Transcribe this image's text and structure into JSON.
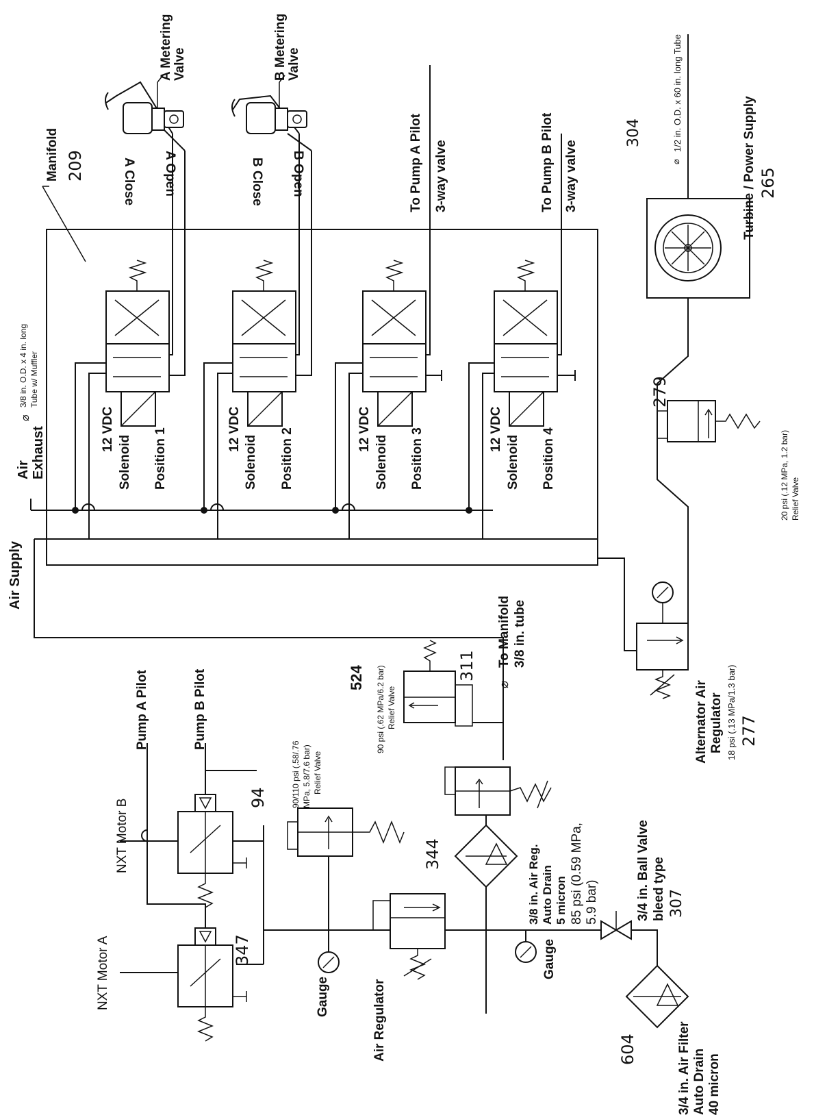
{
  "labels": {
    "manifold": "Manifold",
    "manifold_num": "209",
    "a_metering_1": "A Metering",
    "a_metering_2": "Valve",
    "b_metering_1": "B Metering",
    "b_metering_2": "Valve",
    "a_close": "A Close",
    "a_open": "A Open",
    "b_close": "B Close",
    "b_open": "B Open",
    "to_pump_a": "To Pump A Pilot",
    "to_pump_b": "To Pump B Pilot",
    "three_way_a": "3-way valve",
    "three_way_b": "3-way valve",
    "num_304": "304",
    "tube_half": "1/2 in. O.D. x 60 in. long Tube",
    "turbine": "Turbine / Power Supply",
    "num_265": "265",
    "air_exhaust_1": "Air",
    "air_exhaust_2": "Exhaust",
    "tube_38_1": "3/8 in. O.D. x 4 in. long",
    "tube_38_2": "Tube w/ Muffler",
    "vdc_1": "12 VDC",
    "vdc_2": "12 VDC",
    "vdc_3": "12 VDC",
    "vdc_4": "12 VDC",
    "solenoid_1": "Solenoid",
    "solenoid_2": "Solenoid",
    "solenoid_3": "Solenoid",
    "solenoid_4": "Solenoid",
    "position_1": "Position 1",
    "position_2": "Position 2",
    "position_3": "Position 3",
    "position_4": "Position 4",
    "num_279": "279",
    "relief_20_1": "20 psi (.12 MPa, 1.2 bar)",
    "relief_20_2": "Relief Valve",
    "air_supply": "Air Supply",
    "to_manifold_1": "To Manifold",
    "to_manifold_2": "3/8 in. tube",
    "num_311": "311",
    "num_524": "524",
    "relief_90_1": "90 psi (.62 MPa/6.2 bar)",
    "relief_90_2": "Relief Valve",
    "alt_reg_1": "Alternator Air",
    "alt_reg_2": "Regulator",
    "alt_reg_3": "18 psi (.13 MPa/1.3 bar)",
    "num_277": "277",
    "pump_a_pilot": "Pump A Pilot",
    "pump_b_pilot": "Pump B Pilot",
    "nxt_b": "NXT Motor B",
    "nxt_a": "NXT Motor A",
    "num_94": "94",
    "num_347": "347",
    "relief_90110_1": "90/110 psi (.58/.76",
    "relief_90110_2": "MPa, 5.8/7.6 bar)",
    "relief_90110_3": "Relief Valve",
    "num_344": "344",
    "reg38_1": "3/8 in. Air Reg.",
    "reg38_2": "Auto Drain",
    "reg38_3": "5 micron",
    "reg38_4": "85 psi (0.59 MPa,",
    "reg38_5": "5.9 bar)",
    "ball_1": "3/4 in. Ball Valve",
    "ball_2": "bleed type",
    "num_307": "307",
    "gauge_1": "Gauge",
    "gauge_2": "Gauge",
    "air_regulator": "Air Regulator",
    "num_604": "604",
    "filter_1": "3/4 in. Air Filter",
    "filter_2": "Auto Drain",
    "filter_3": "40 micron"
  }
}
